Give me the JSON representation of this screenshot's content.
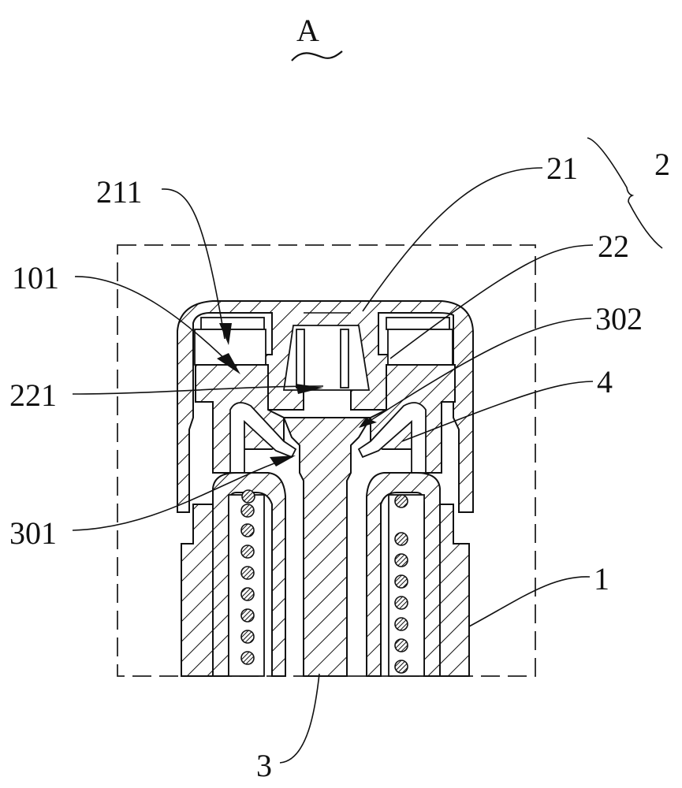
{
  "figure": {
    "view_label": "A",
    "view_mark": "tilde-underline",
    "detail_box": "dashed-rectangle"
  },
  "callouts": [
    {
      "id": "A",
      "text": "A"
    },
    {
      "id": "211",
      "text": "211",
      "target": "upper-cavity-arrow"
    },
    {
      "id": "101",
      "text": "101",
      "target": "lower-cavity-arrow"
    },
    {
      "id": "221",
      "text": "221",
      "target": "central-bore-arrow"
    },
    {
      "id": "301",
      "text": "301",
      "target": "left-shoulder-arrow"
    },
    {
      "id": "21",
      "text": "21",
      "target": "cap-top"
    },
    {
      "id": "2",
      "text": "2",
      "target": "brace-group-21-22"
    },
    {
      "id": "22",
      "text": "22",
      "target": "inner-core"
    },
    {
      "id": "302",
      "text": "302",
      "target": "right-shoulder-arrow"
    },
    {
      "id": "4",
      "text": "4",
      "target": "spring-arm"
    },
    {
      "id": "1",
      "text": "1",
      "target": "outer-housing"
    },
    {
      "id": "3",
      "text": "3",
      "target": "center-plunger"
    }
  ],
  "colors": {
    "ink": "#111111",
    "background": "#ffffff"
  }
}
